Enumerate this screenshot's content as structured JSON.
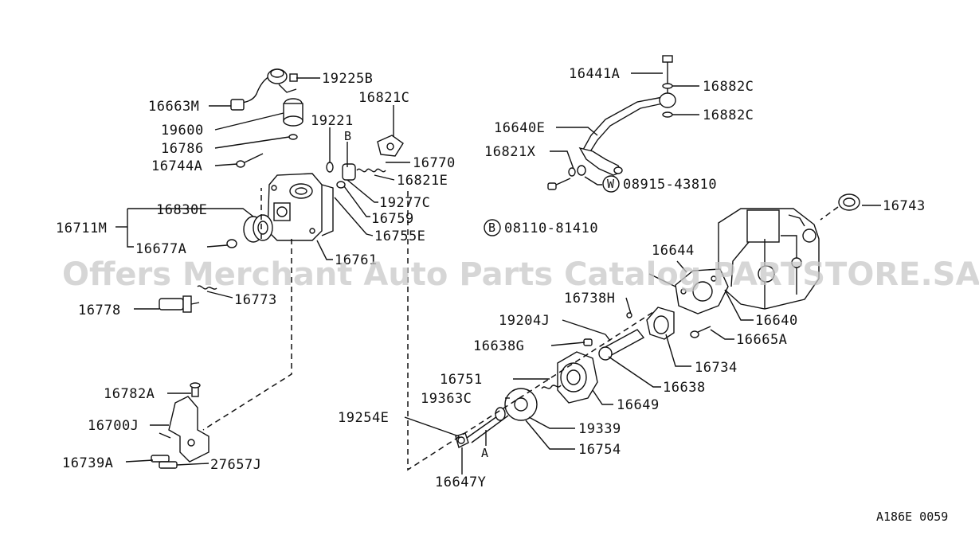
{
  "watermark": "Offers Merchant Auto Parts Catalog PARTSTORE.SA",
  "figure_code": "A186E 0059",
  "parts": {
    "p19225B": "19225B",
    "p16663M": "16663M",
    "p19600": "19600",
    "p16786": "16786",
    "p16744A": "16744A",
    "p19221": "19221",
    "p16821C": "16821C",
    "p16770": "16770",
    "p16821E": "16821E",
    "p19277C": "19277C",
    "p16759": "16759",
    "p16755E": "16755E",
    "p16761": "16761",
    "p16830E": "16830E",
    "p16711M": "16711M",
    "p16677A": "16677A",
    "p16778": "16778",
    "p16773": "16773",
    "p16782A": "16782A",
    "p16700J": "16700J",
    "p16739A": "16739A",
    "p27657J": "27657J",
    "p16441A": "16441A",
    "p16882C_1": "16882C",
    "p16882C_2": "16882C",
    "p16640E": "16640E",
    "p16821X": "16821X",
    "p08915_43810": "08915-43810",
    "p08110_81410": "08110-81410",
    "p16743": "16743",
    "p16644": "16644",
    "p16738H": "16738H",
    "p19204J": "19204J",
    "p16638G": "16638G",
    "p16751": "16751",
    "p19363C": "19363C",
    "p19254E": "19254E",
    "p16647Y": "16647Y",
    "p16640": "16640",
    "p16665A": "16665A",
    "p16734": "16734",
    "p16638": "16638",
    "p16649": "16649",
    "p19339": "19339",
    "p16754": "16754"
  },
  "refs": {
    "b_top": "B",
    "a_bottom": "A",
    "w_circle": "W",
    "b_circle": "B"
  }
}
